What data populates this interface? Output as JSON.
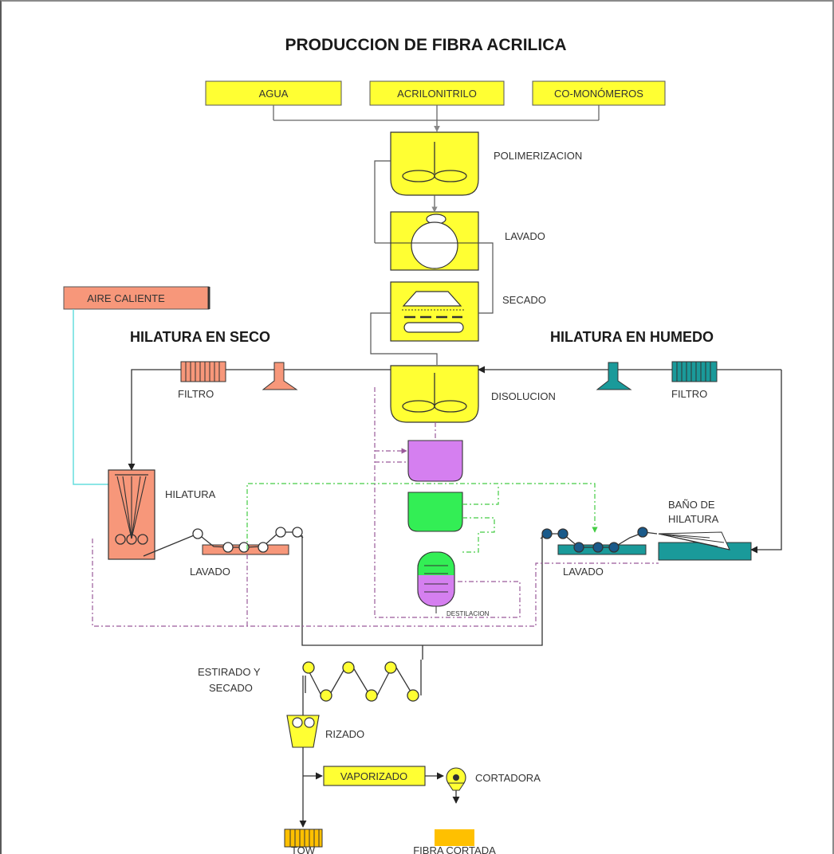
{
  "title": "PRODUCCION DE FIBRA ACRILICA",
  "inputs": {
    "agua": "AGUA",
    "acrilonitrilo": "ACRILONITRILO",
    "comonomeros": "CO-MONÓMEROS",
    "aire_caliente": "AIRE CALIENTE"
  },
  "sections": {
    "seco": "HILATURA EN SECO",
    "humedo": "HILATURA EN HUMEDO"
  },
  "steps": {
    "polimerizacion": "POLIMERIZACION",
    "lavado_top": "LAVADO",
    "secado": "SECADO",
    "disolucion": "DISOLUCION",
    "filtro_left": "FILTRO",
    "filtro_right": "FILTRO",
    "hilatura": "HILATURA",
    "lavado_left": "LAVADO",
    "lavado_right": "LAVADO",
    "bano_line1": "BAÑO DE",
    "bano_line2": "HILATURA",
    "destilacion": "DESTILACION",
    "estirado_line1": "ESTIRADO Y",
    "estirado_line2": "SECADO",
    "rizado": "RIZADO",
    "vaporizado": "VAPORIZADO",
    "cortadora": "CORTADORA",
    "tow": "TOW",
    "fibra_cortada": "FIBRA CORTADA"
  },
  "colors": {
    "vessel_yellow": "#ffff33",
    "dry_spinning_salmon": "#f7977a",
    "wet_spinning_teal": "#1a9a9a",
    "solvent_violet": "#d57ff0",
    "recovery_green": "#33ee55",
    "air_line_cyan": "#66dddd",
    "recycle_purple": "#9a5a9a",
    "recycle_green": "#44cc44",
    "cut_fiber_orange": "#ffc000"
  }
}
